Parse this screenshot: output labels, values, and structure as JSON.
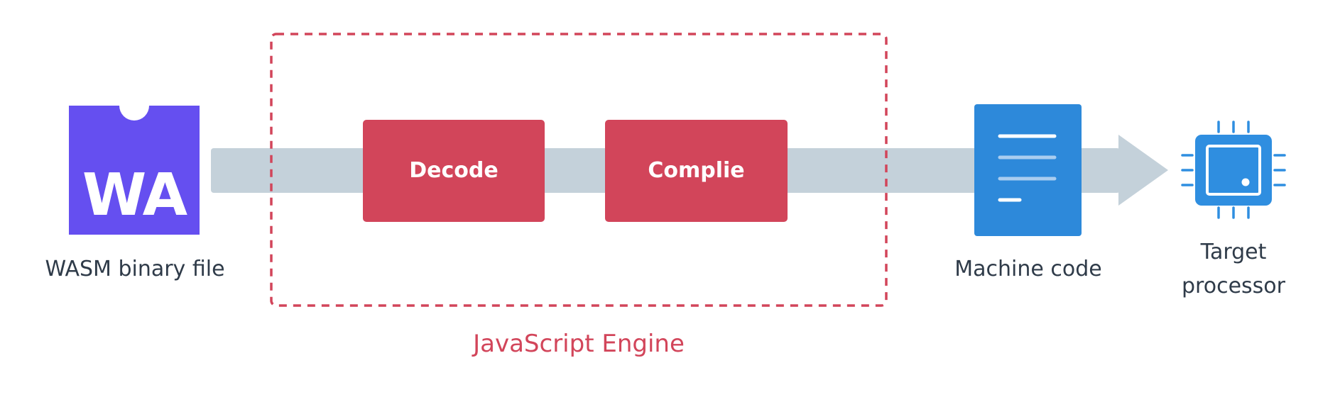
{
  "diagram": {
    "nodes": {
      "wasm_file": {
        "label": "WASM binary file",
        "logo_text": "WA"
      },
      "decode": {
        "label": "Decode"
      },
      "compile": {
        "label": "Complie"
      },
      "machine_code": {
        "label": "Machine code"
      },
      "target_processor": {
        "label_line1": "Target",
        "label_line2": "processor"
      }
    },
    "group": {
      "label": "JavaScript Engine"
    },
    "flow": [
      "WASM binary file",
      "Decode",
      "Complie",
      "Machine code",
      "Target processor"
    ],
    "colors": {
      "wasm_purple": "#654ff0",
      "engine_red": "#d2455a",
      "arrow_gray": "#c4d1da",
      "doc_blue": "#2d89da",
      "cpu_blue": "#2f8ee0",
      "text_dark": "#2f3b49"
    },
    "icons": {
      "wasm_file": "webassembly-logo-icon",
      "machine_code": "document-icon",
      "target_processor": "cpu-chip-icon"
    }
  }
}
